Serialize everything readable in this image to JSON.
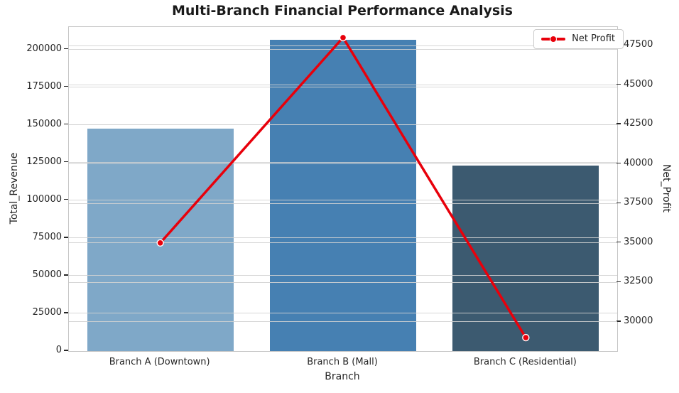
{
  "chart_data": {
    "type": "bar+line-combo",
    "title": "Multi-Branch Financial Performance Analysis",
    "xlabel": "Branch",
    "categories": [
      "Branch A (Downtown)",
      "Branch B (Mall)",
      "Branch C (Residential)"
    ],
    "series": [
      {
        "name": "Total_Revenue",
        "type": "bar",
        "axis": "left",
        "values": [
          147500,
          206500,
          123000
        ],
        "bar_colors": [
          "#7fa8c8",
          "#4680b2",
          "#3c5a70"
        ]
      },
      {
        "name": "Net Profit",
        "type": "line",
        "axis": "right",
        "values": [
          35000,
          48000,
          29000
        ],
        "color": "#e8000b",
        "marker": "circle"
      }
    ],
    "left_axis": {
      "label": "Total_Revenue",
      "ticks": [
        0,
        25000,
        50000,
        75000,
        100000,
        125000,
        150000,
        175000,
        200000
      ],
      "min": 0,
      "max": 214900
    },
    "right_axis": {
      "label": "Net_Profit",
      "ticks": [
        30000,
        32500,
        35000,
        37500,
        40000,
        42500,
        45000,
        47500
      ],
      "min": 28150,
      "max": 48670
    },
    "legend": {
      "position": "upper right",
      "entries": [
        {
          "label": "Net Profit",
          "color": "#e8000b",
          "marker": "circle-on-line"
        }
      ]
    },
    "grid": true,
    "styles": {
      "background": "#ffffff",
      "grid_color": "#d2d2d2",
      "spine_color": "#c6c6c6",
      "text_color": "#262626",
      "title_color": "#1a1a1a"
    }
  }
}
